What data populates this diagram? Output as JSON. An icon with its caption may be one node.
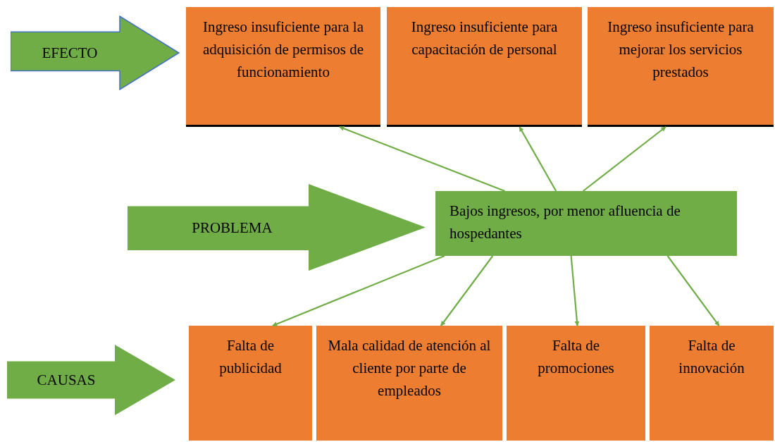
{
  "diagram": {
    "nodes": [
      {
        "text": [
          "EFECTO"
        ]
      },
      {
        "text": [
          "Ingreso insuficiente para la adquisición de permisos de funcionamiento"
        ]
      },
      {
        "text": [
          "Ingreso insuficiente para capacitación de personal"
        ]
      },
      {
        "text": [
          "Ingreso insuficiente para mejorar los servicios prestados"
        ]
      },
      {
        "text": [
          "PROBLEMA"
        ]
      },
      {
        "text": [
          "Bajos ingresos, por menor afluencia de hospedantes"
        ]
      },
      {
        "text": [
          "CAUSAS"
        ]
      },
      {
        "text": [
          "Falta de publicidad"
        ]
      },
      {
        "text": [
          "Mala calidad de atención al cliente por parte de empleados"
        ]
      },
      {
        "text": [
          "Falta de promociones"
        ]
      },
      {
        "text": [
          "Falta de innovación"
        ]
      }
    ],
    "edges": [
      {
        "from": 5,
        "to": 1,
        "arrow": "to"
      },
      {
        "from": 5,
        "to": 2,
        "arrow": "to"
      },
      {
        "from": 5,
        "to": 3,
        "arrow": "to"
      },
      {
        "from": 5,
        "to": 7,
        "arrow": "to"
      },
      {
        "from": 5,
        "to": 8,
        "arrow": "to"
      },
      {
        "from": 5,
        "to": 9,
        "arrow": "to"
      },
      {
        "from": 5,
        "to": 10,
        "arrow": "to"
      }
    ]
  }
}
